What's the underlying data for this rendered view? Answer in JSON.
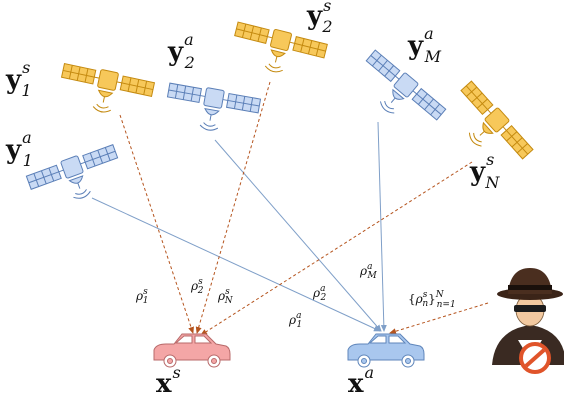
{
  "colors": {
    "authentic_sat_body": "#c9daf4",
    "authentic_sat_edge": "#5b7fb7",
    "spoof_sat_body": "#f7c85a",
    "spoof_sat_edge": "#c48a10",
    "authentic_line": "#7f9fc8",
    "spoof_line": "#b5541e",
    "spoof_car": "#f4a6a6",
    "authentic_car": "#a9c7ee"
  },
  "satellites": {
    "y1s": {
      "base": "y",
      "sub": "1",
      "sup": "s"
    },
    "y2a": {
      "base": "y",
      "sub": "2",
      "sup": "a"
    },
    "y2s": {
      "base": "y",
      "sub": "2",
      "sup": "s"
    },
    "yMa": {
      "base": "y",
      "sub": "M",
      "sup": "a"
    },
    "y1a": {
      "base": "y",
      "sub": "1",
      "sup": "a"
    },
    "yNs": {
      "base": "y",
      "sub": "N",
      "sup": "s"
    }
  },
  "receivers": {
    "xs": {
      "base": "x",
      "sup": "s"
    },
    "xa": {
      "base": "x",
      "sup": "a"
    }
  },
  "ranges": {
    "rho1s": {
      "base": "ρ",
      "sub": "1",
      "sup": "s"
    },
    "rho2s": {
      "base": "ρ",
      "sub": "2",
      "sup": "s"
    },
    "rhoNs": {
      "base": "ρ",
      "sub": "N",
      "sup": "s"
    },
    "rho2a": {
      "base": "ρ",
      "sub": "2",
      "sup": "a"
    },
    "rhoMa": {
      "base": "ρ",
      "sub": "M",
      "sup": "a"
    },
    "rho1a": {
      "base": "ρ",
      "sub": "1",
      "sup": "a"
    }
  },
  "spoofer_set": {
    "open": "{",
    "base": "ρ",
    "sub": "n",
    "sup": "s",
    "close": "}",
    "range_sup": "N",
    "range_sub": "n=1"
  }
}
